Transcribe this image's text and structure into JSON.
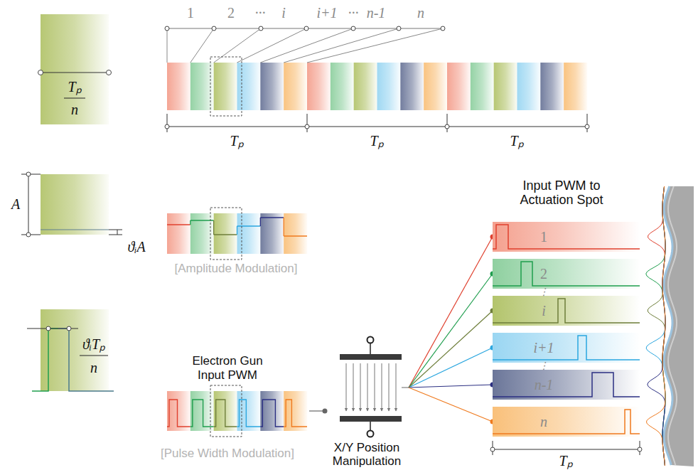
{
  "diagram": {
    "nodes": [
      {
        "text": [
          "Electron Gun Input PWM",
          "[Pulse Width Modulation]"
        ]
      },
      {
        "text": [
          "X/Y Position Manipulation"
        ]
      },
      {
        "text": [
          "1"
        ]
      },
      {
        "text": [
          "2"
        ]
      },
      {
        "text": [
          "i"
        ]
      },
      {
        "text": [
          "i+1"
        ]
      },
      {
        "text": [
          "n-1"
        ]
      },
      {
        "text": [
          "n"
        ]
      }
    ],
    "edges": [
      {
        "from": 0,
        "to": 1,
        "arrow": "none"
      },
      {
        "from": 1,
        "to": 2,
        "arrow": "none"
      },
      {
        "from": 1,
        "to": 3,
        "arrow": "none"
      },
      {
        "from": 1,
        "to": 4,
        "arrow": "none"
      },
      {
        "from": 1,
        "to": 5,
        "arrow": "none"
      },
      {
        "from": 1,
        "to": 6,
        "arrow": "none"
      },
      {
        "from": 1,
        "to": 7,
        "arrow": "none"
      }
    ],
    "labels": [
      "1",
      "2",
      "···",
      "i",
      "i+1",
      "···",
      "n-1",
      "n",
      "Tₚ",
      "Tₚ",
      "Tₚ",
      "Tₚ",
      "n",
      "A",
      "ϑᵢA",
      "[Amplitude Modulation]",
      "ϑᵢTₚ",
      "n",
      "Input PWM to Actuation Spot",
      "⋮",
      "⋮",
      "Tₚ"
    ]
  }
}
